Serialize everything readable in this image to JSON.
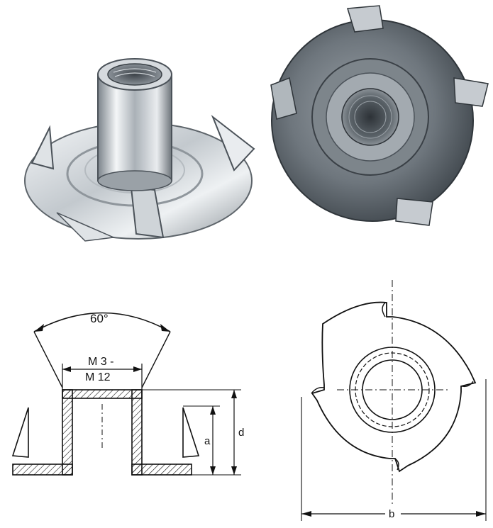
{
  "section_view": {
    "angle_label": "60°",
    "thread_label_line1": "M 3 -",
    "thread_label_line2": "M 12",
    "dim_a_label": "a",
    "dim_d_label": "d"
  },
  "top_view": {
    "dim_b_label": "b"
  },
  "colors": {
    "line": "#111111",
    "metal_light": "#e8ecef",
    "metal_mid": "#a9b0b6",
    "metal_dark": "#4b5259",
    "background": "#ffffff"
  }
}
